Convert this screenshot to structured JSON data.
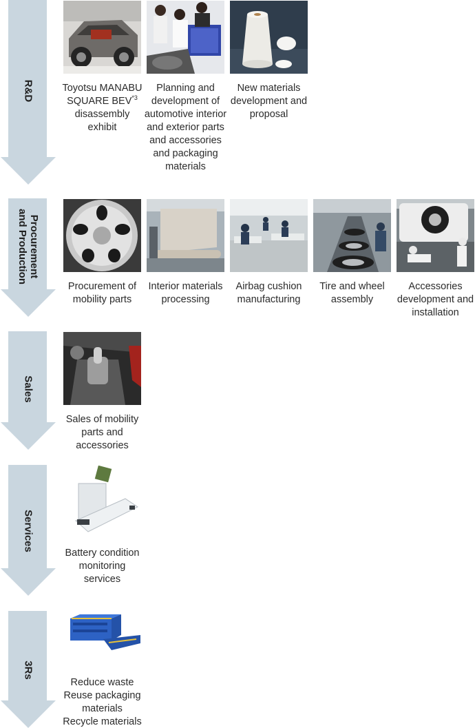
{
  "stages": [
    {
      "id": "rd",
      "label": "R&D",
      "items": [
        {
          "caption": "Toyotsu MANABU SQUARE BEV",
          "sup": "*3",
          "caption_after": "disassembly exhibit",
          "icon": "car-chassis-photo"
        },
        {
          "caption": "Planning and development of automotive interior and exterior parts and accessories and packaging materials",
          "icon": "engineers-meeting-photo"
        },
        {
          "caption": "New materials development and proposal",
          "icon": "yarn-spool-photo"
        }
      ]
    },
    {
      "id": "procurement",
      "label": "Procurement and Production",
      "label_line1": "Procurement",
      "label_line2": "and Production",
      "items": [
        {
          "caption": "Procurement of mobility parts",
          "icon": "alloy-wheel-photo"
        },
        {
          "caption": "Interior materials processing",
          "icon": "fabric-roll-photo"
        },
        {
          "caption": "Airbag cushion manufacturing",
          "icon": "sewing-factory-photo"
        },
        {
          "caption": "Tire and wheel assembly",
          "icon": "tire-assembly-line-photo"
        },
        {
          "caption": "Accessories development and installation",
          "icon": "vehicle-installation-photo"
        }
      ]
    },
    {
      "id": "sales",
      "label": "Sales",
      "items": [
        {
          "caption": "Sales of mobility parts and accessories",
          "icon": "car-console-photo"
        }
      ]
    },
    {
      "id": "services",
      "label": "Services",
      "items": [
        {
          "caption": "Battery condition monitoring services",
          "icon": "battery-monitor-device-photo"
        }
      ]
    },
    {
      "id": "3rs",
      "label": "3Rs",
      "items": [
        {
          "caption": "Reduce waste Reuse packaging materials Recycle materials",
          "lines": [
            "Reduce waste",
            "Reuse packaging",
            "materials",
            "Recycle materials"
          ],
          "icon": "folding-crate-photo"
        }
      ]
    }
  ],
  "colors": {
    "arrow": "#c9d6df",
    "text": "#2b2b2b"
  }
}
